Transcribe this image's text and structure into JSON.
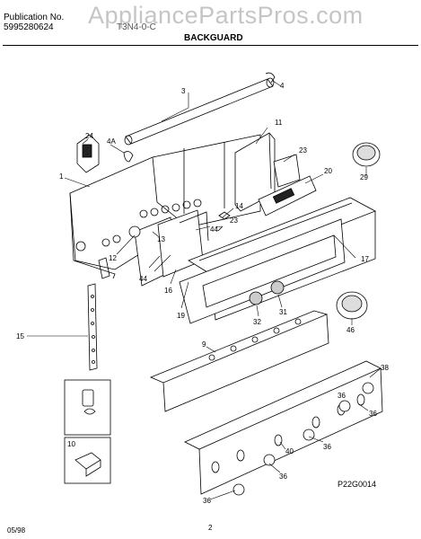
{
  "header": {
    "publication_label": "Publication No.",
    "publication_no": "5995280624",
    "model": "T3N4-0-C",
    "watermark": "AppliancePartsPros.com",
    "section_title": "BACKGUARD"
  },
  "callouts": {
    "c1": "1",
    "c3": "3",
    "c4": "4",
    "c4a": "4A",
    "c9": "9",
    "c10": "10",
    "c11": "11",
    "c12": "12",
    "c13": "13",
    "c14": "14",
    "c15": "15",
    "c16": "16",
    "c17": "17",
    "c19": "19",
    "c20": "20",
    "c23a": "23",
    "c23b": "23",
    "c24": "24",
    "c29": "29",
    "c31": "31",
    "c32": "32",
    "c36a": "36",
    "c36b": "36",
    "c36c": "36",
    "c36d": "36",
    "c36e": "36",
    "c38": "38",
    "c40": "40",
    "c44a": "44",
    "c44b": "44",
    "c46": "46"
  },
  "footer": {
    "date": "05/98",
    "page": "2",
    "drawing_id": "P22G0014"
  }
}
